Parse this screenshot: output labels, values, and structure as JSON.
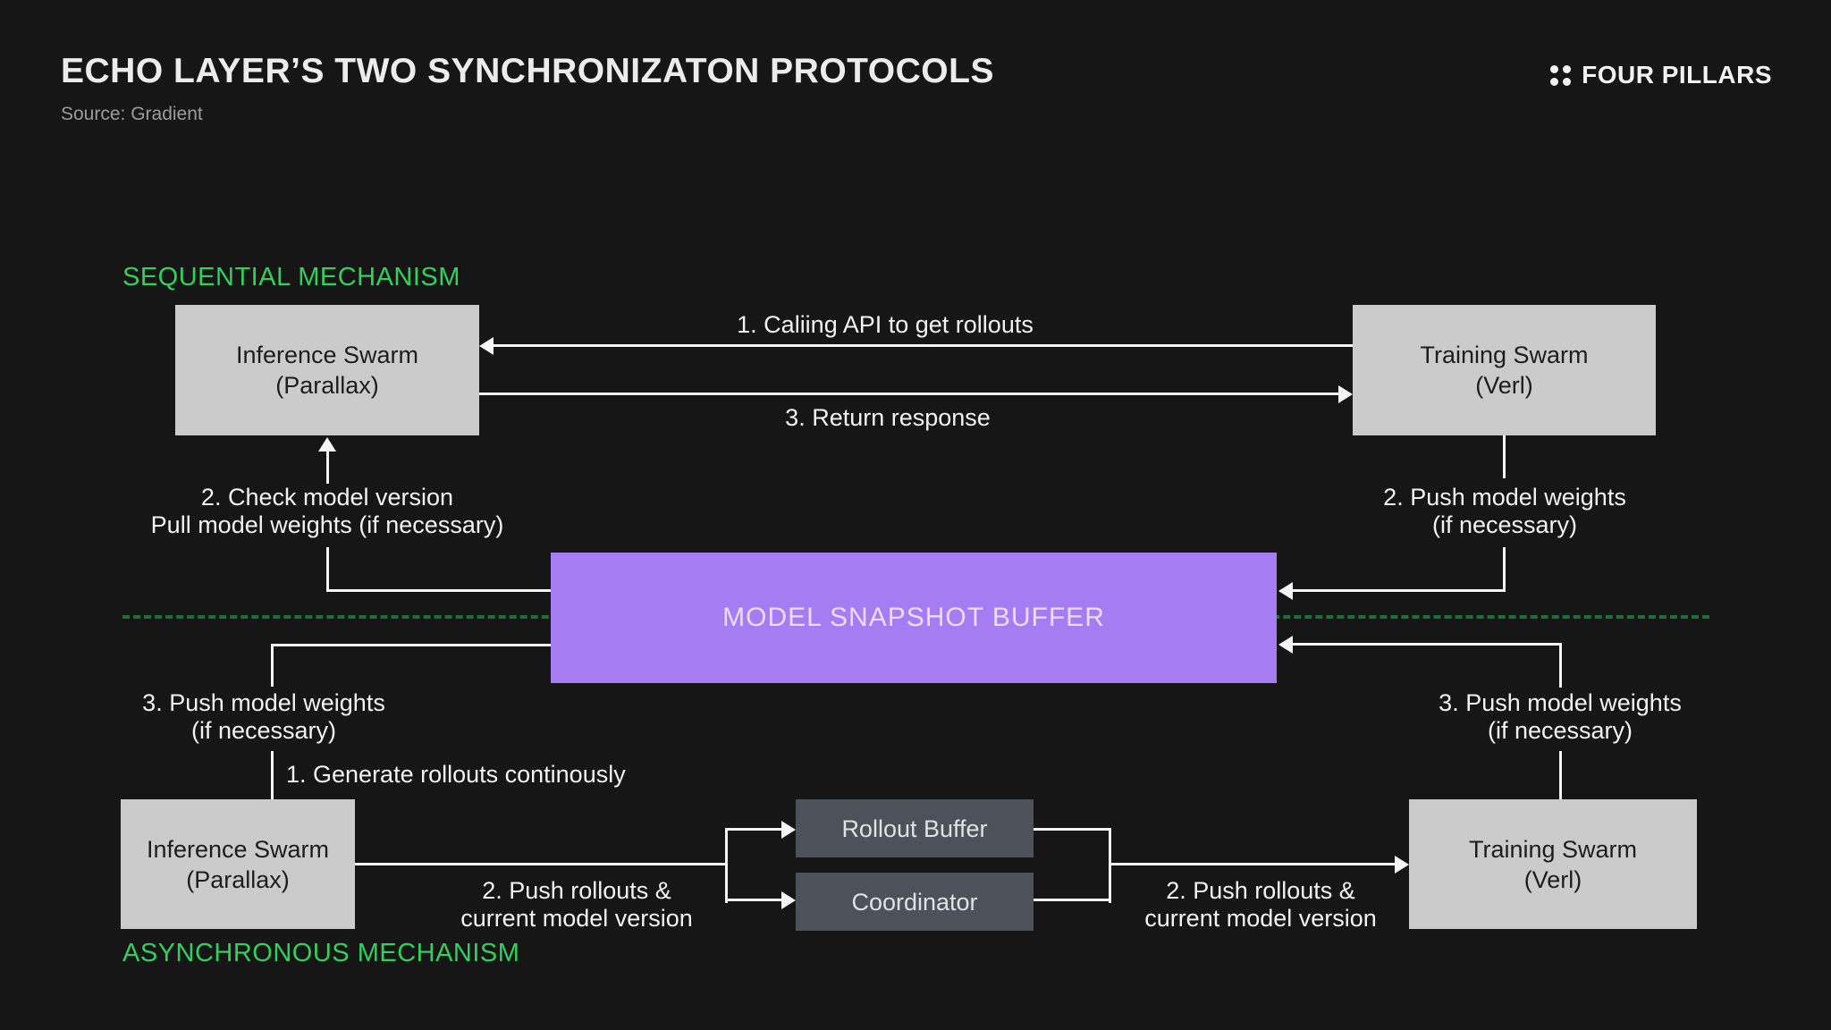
{
  "header": {
    "title": "ECHO LAYER’S TWO SYNCHRONIZATON PROTOCOLS",
    "source": "Source: Gradient",
    "brand": "FOUR PILLARS"
  },
  "colors": {
    "background": "#161616",
    "accent_green": "#32d05c",
    "divider_green": "#1d6f3a",
    "buffer_purple": "#a67cf2",
    "light_box": "#cbcbcb",
    "slate_box": "#4c525a",
    "line_white": "#f5f5f5"
  },
  "sequential": {
    "label": "SEQUENTIAL MECHANISM",
    "inference_swarm": {
      "line1": "Inference Swarm",
      "line2": "(Parallax)"
    },
    "training_swarm": {
      "line1": "Training Swarm",
      "line2": "(Verl)"
    },
    "arrow_call_api": "1. Caliing API to get rollouts",
    "arrow_return": "3. Return response",
    "check_version": {
      "line1": "2. Check model version",
      "line2": "Pull model weights (if necessary)"
    },
    "push_weights": {
      "line1": "2. Push model weights",
      "line2": "(if necessary)"
    }
  },
  "buffer": {
    "label": "MODEL SNAPSHOT BUFFER"
  },
  "asynchronous": {
    "label": "ASYNCHRONOUS MECHANISM",
    "inference_swarm": {
      "line1": "Inference Swarm",
      "line2": "(Parallax)"
    },
    "training_swarm": {
      "line1": "Training Swarm",
      "line2": "(Verl)"
    },
    "rollout_buffer": "Rollout Buffer",
    "coordinator": "Coordinator",
    "push_weights_left": {
      "line1": "3. Push model weights",
      "line2": "(if necessary)"
    },
    "push_weights_right": {
      "line1": "3. Push model weights",
      "line2": "(if necessary)"
    },
    "generate_rollouts": "1. Generate rollouts continously",
    "push_rollouts_left": {
      "line1": "2. Push rollouts &",
      "line2": "current model version"
    },
    "push_rollouts_right": {
      "line1": "2. Push rollouts &",
      "line2": "current model version"
    }
  }
}
